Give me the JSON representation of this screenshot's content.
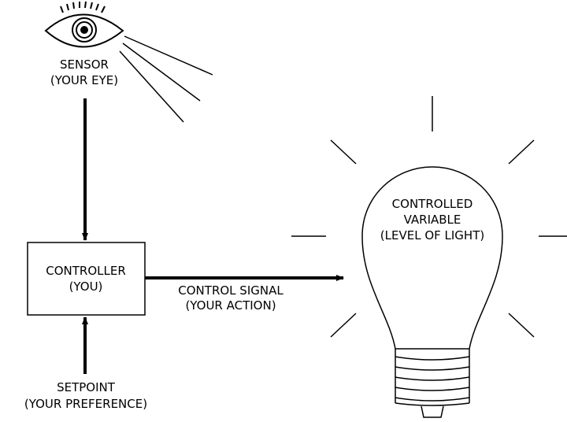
{
  "sensor": {
    "line1": "SENSOR",
    "line2": "(YOUR EYE)"
  },
  "controller": {
    "line1": "CONTROLLER",
    "line2": "(YOU)"
  },
  "control_signal": {
    "line1": "CONTROL SIGNAL",
    "line2": "(YOUR ACTION)"
  },
  "setpoint": {
    "line1": "SETPOINT",
    "line2": "(YOUR PREFERENCE)"
  },
  "controlled_variable": {
    "line1": "CONTROLLED",
    "line2": "VARIABLE",
    "line3": "(LEVEL OF LIGHT)"
  },
  "colors": {
    "stroke": "#000000",
    "background": "#ffffff"
  },
  "icons": [
    "eye-icon",
    "light-bulb-icon"
  ]
}
